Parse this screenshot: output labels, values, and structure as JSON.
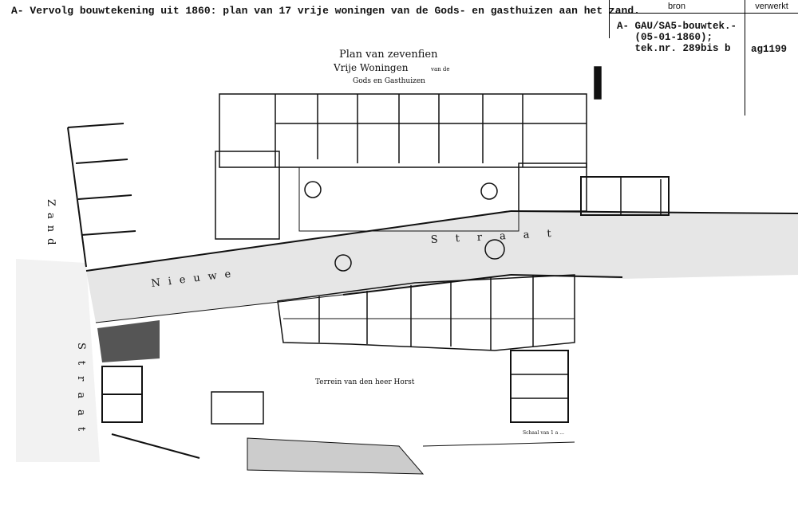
{
  "caption": "A- Vervolg bouwtekening uit 1860: plan van 17 vrije woningen van de Gods- en gasthuizen aan het zand.",
  "table": {
    "headers": {
      "bron": "bron",
      "verwerkt": "verwerkt"
    },
    "source": "A- GAU/SA5-bouwtek.-\n   (05-01-1860);\n   tek.nr. 289bis b",
    "verwerkt": "ag1199"
  },
  "drawing": {
    "title_line1": "Plan van zevenfien",
    "title_line2": "Vrije Woningen",
    "title_line2b": "van de",
    "title_line3": "Gods en Gasthuizen",
    "street_zand": "Zand",
    "street_zand_straat": "Straat",
    "street_nieuwe": "Nieuwe",
    "street_nieuwe_straat": "Straat",
    "terrein": "Terrein van den heer Horst",
    "scale": "Schaal van 1 a ..."
  }
}
